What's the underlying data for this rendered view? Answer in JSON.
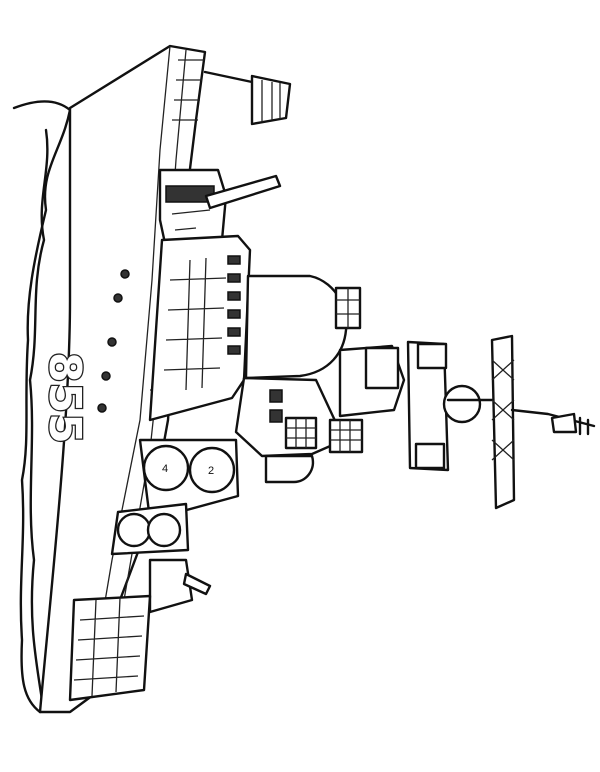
{
  "hull_number": "855",
  "launcher_tube_labels": [
    "4",
    "2"
  ]
}
